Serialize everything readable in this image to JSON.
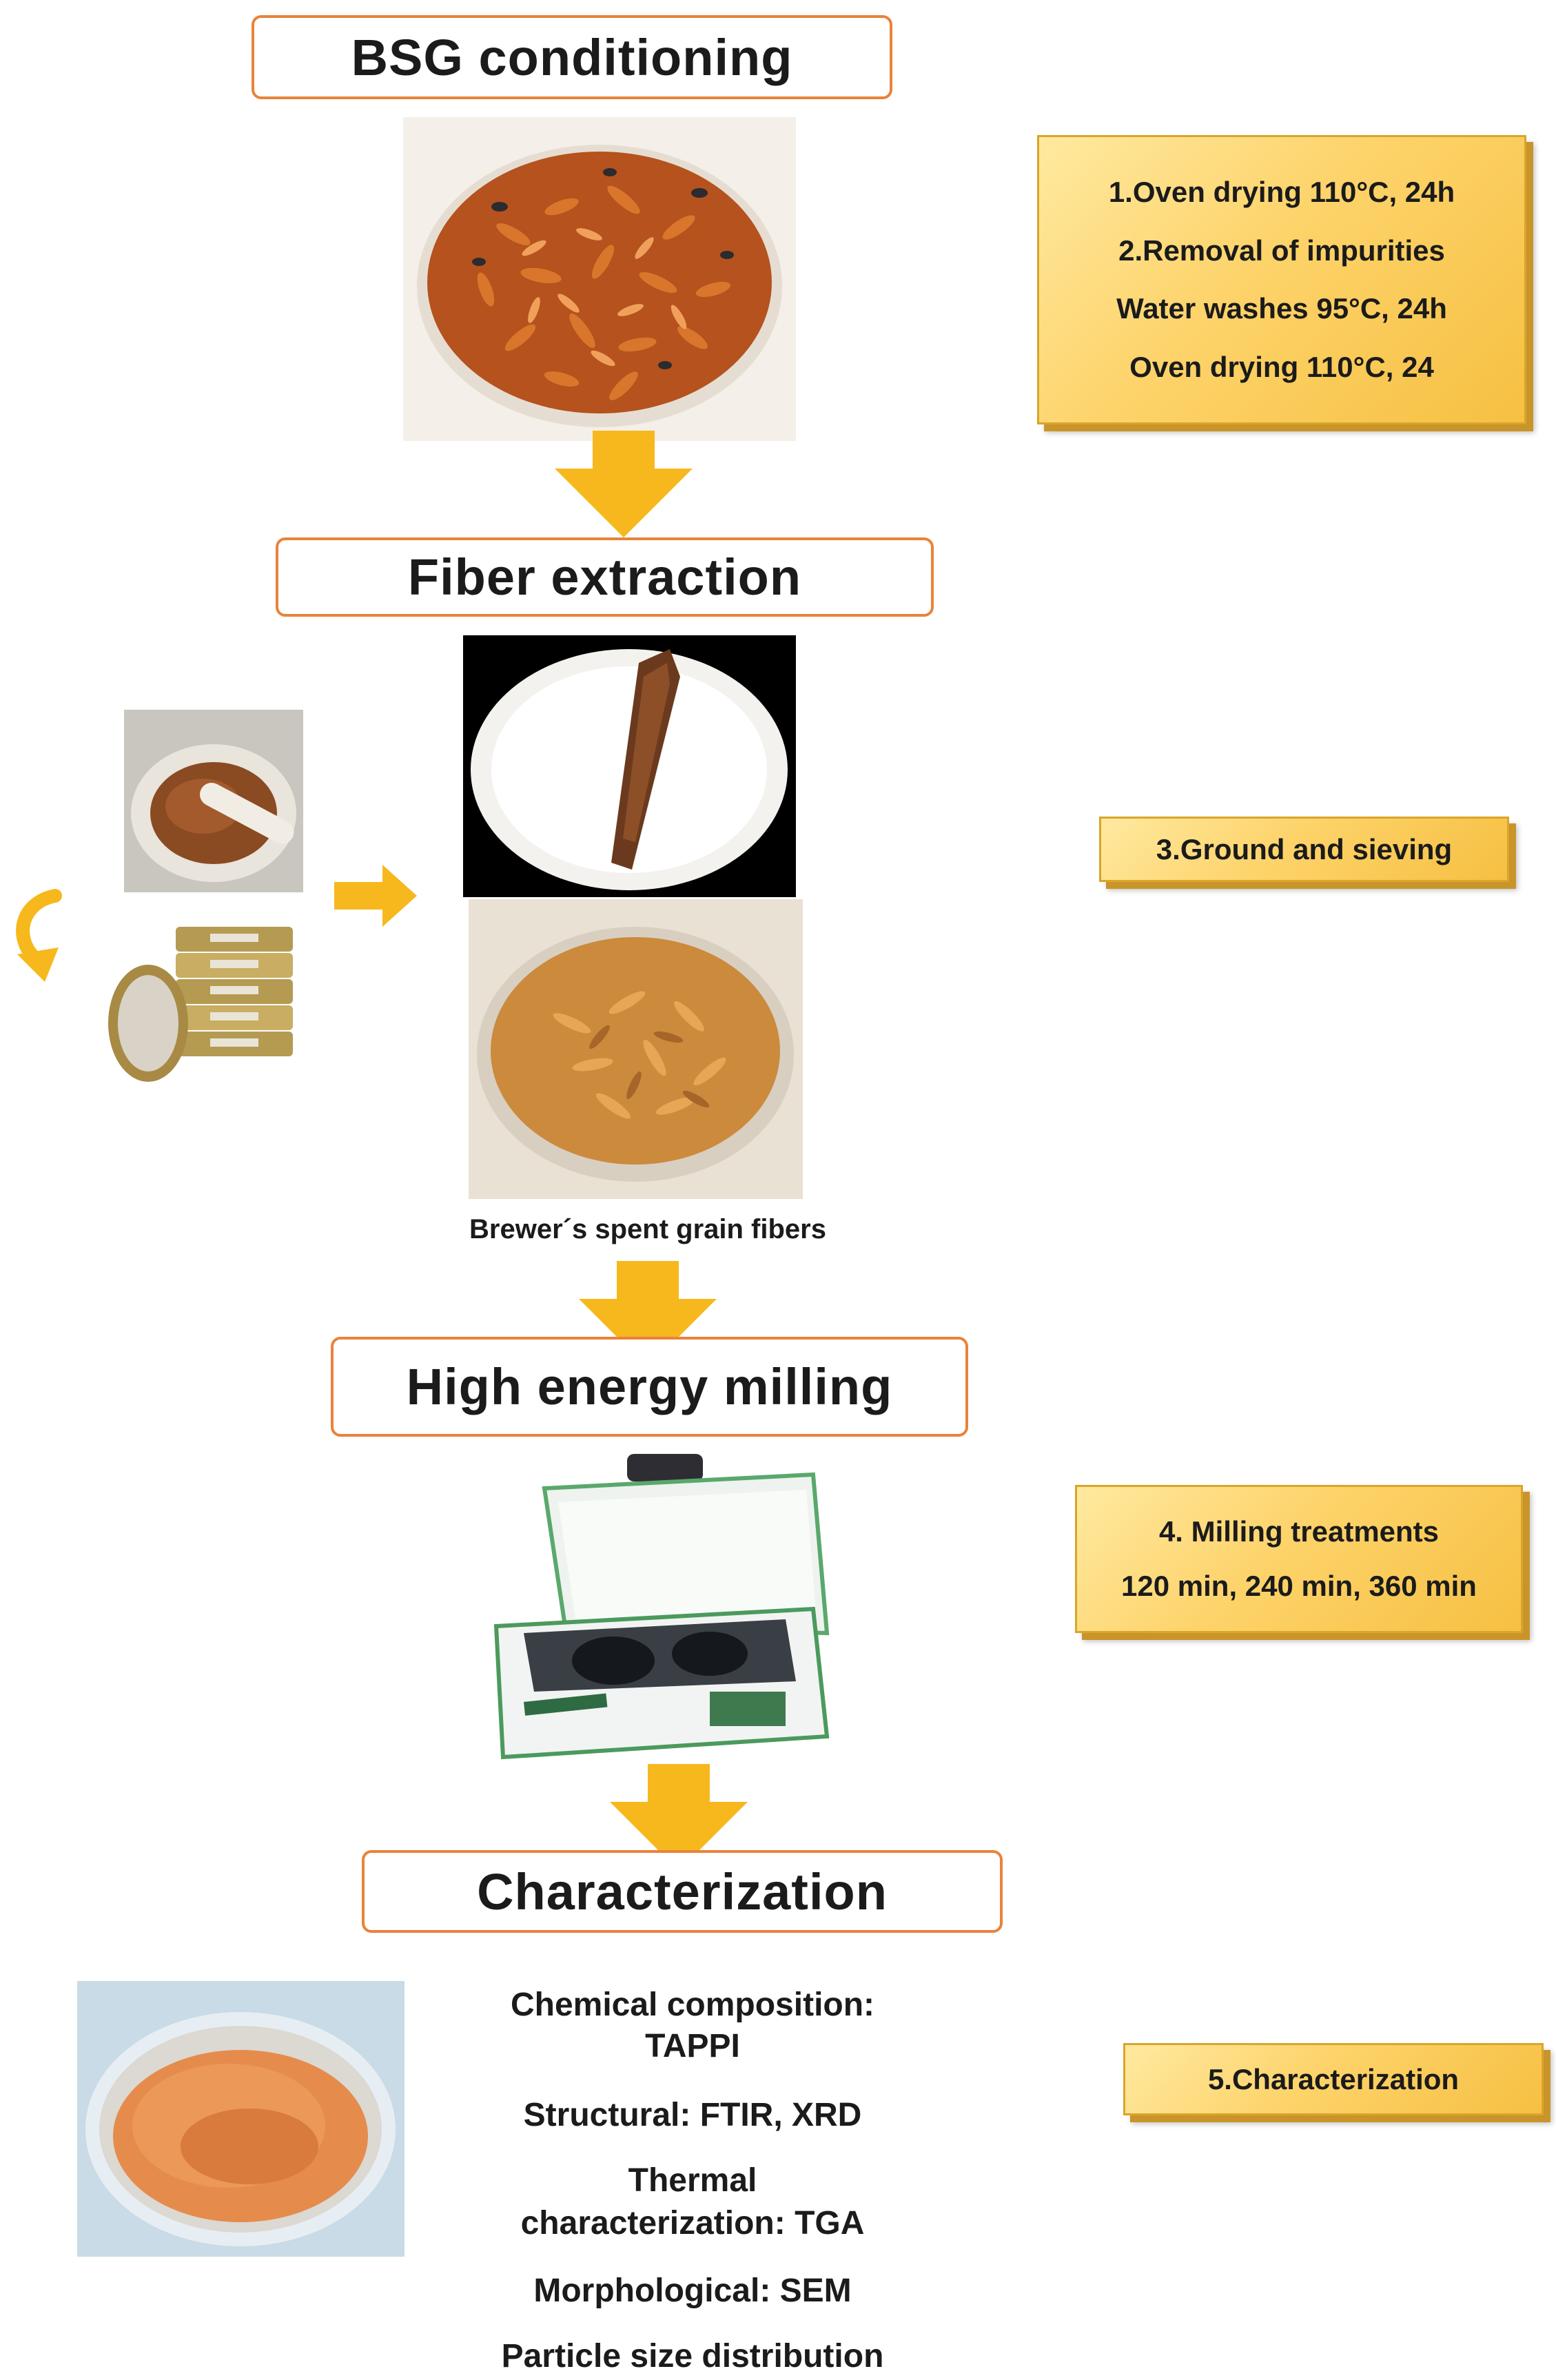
{
  "stages": {
    "bsg_conditioning": "BSG conditioning",
    "fiber_extraction": "Fiber extraction",
    "high_energy_milling": "High energy milling",
    "characterization": "Characterization"
  },
  "notes": {
    "step1": [
      "1.Oven drying 110°C, 24h",
      "2.Removal of impurities",
      "Water washes 95°C, 24h",
      "Oven drying 110°C, 24"
    ],
    "step3": "3.Ground and sieving",
    "step4": [
      "4. Milling treatments",
      "120 min, 240 min, 360 min"
    ],
    "step5": "5.Characterization"
  },
  "captions": {
    "fibers": "Brewer´s spent grain fibers"
  },
  "characterization_list": [
    "Chemical composition:",
    "TAPPI",
    "Structural: FTIR, XRD",
    "Thermal",
    "characterization: TGA",
    "Morphological:  SEM",
    "Particle size distribution"
  ],
  "colors": {
    "stage_border": "#e8833a",
    "arrow": "#f7b81e",
    "note_fill": "#fdd36a"
  }
}
